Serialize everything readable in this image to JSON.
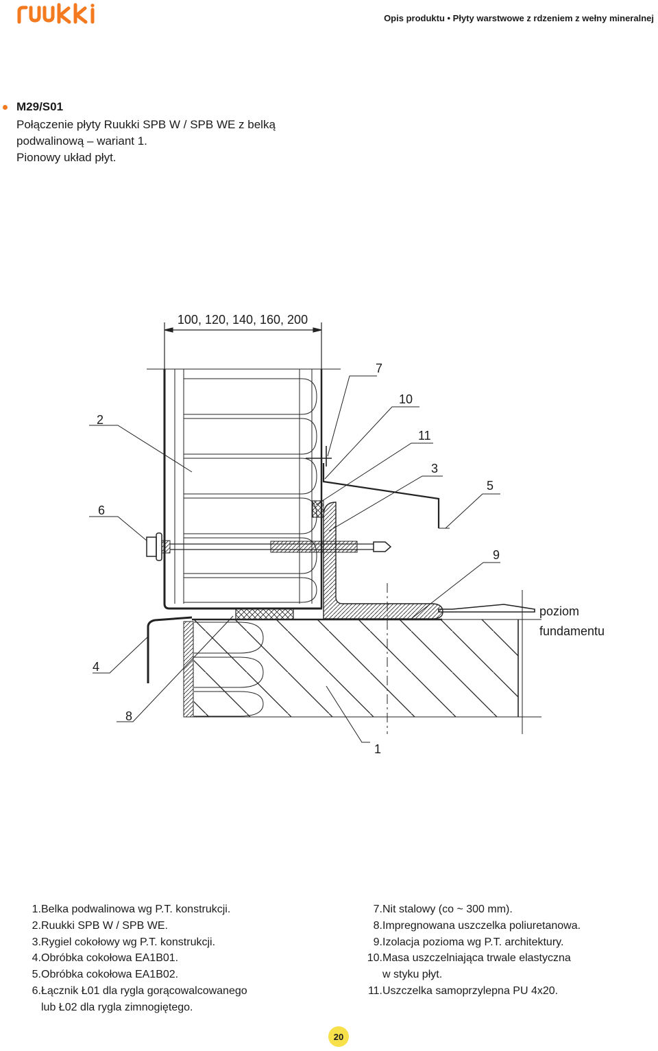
{
  "brand": {
    "name": "RUUKKI",
    "color": "#f47a20"
  },
  "header": {
    "title": "Opis produktu • Płyty warstwowe z rdzeniem z wełny mineralnej"
  },
  "section": {
    "code": "M29/S01",
    "lines": [
      "Połączenie płyty Ruukki SPB W / SPB WE z belką",
      "podwalinową – wariant 1.",
      "Pionowy układ płyt."
    ]
  },
  "drawing": {
    "dimension": "100, 120, 140, 160, 200",
    "callouts": {
      "c1": "1",
      "c2": "2",
      "c3": "3",
      "c4": "4",
      "c5": "5",
      "c6": "6",
      "c7": "7",
      "c8": "8",
      "c9": "9",
      "c10": "10",
      "c11": "11"
    },
    "level_line1": "poziom",
    "level_line2": "fundamentu"
  },
  "legend": {
    "left": [
      {
        "num": "1.",
        "lines": [
          "Belka podwalinowa wg P.T. konstrukcji."
        ]
      },
      {
        "num": "2.",
        "lines": [
          "Ruukki SPB W / SPB WE."
        ]
      },
      {
        "num": "3.",
        "lines": [
          "Rygiel cokołowy wg P.T. konstrukcji."
        ]
      },
      {
        "num": "4.",
        "lines": [
          "Obróbka cokołowa EA1B01."
        ]
      },
      {
        "num": "5.",
        "lines": [
          "Obróbka cokołowa EA1B02."
        ]
      },
      {
        "num": "6.",
        "lines": [
          "Łącznik Ł01 dla rygla gorącowalcowanego",
          "lub Ł02 dla rygla zimnogiętego."
        ]
      }
    ],
    "right": [
      {
        "num": "7.",
        "lines": [
          "Nit stalowy (co ~ 300 mm)."
        ]
      },
      {
        "num": "8.",
        "lines": [
          "Impregnowana uszczelka poliuretanowa."
        ]
      },
      {
        "num": "9.",
        "lines": [
          "Izolacja pozioma wg P.T. architektury."
        ]
      },
      {
        "num": "10.",
        "lines": [
          "Masa uszczelniająca trwale elastyczna",
          "w styku płyt."
        ]
      },
      {
        "num": "11.",
        "lines": [
          "Uszczelka samoprzylepna PU 4x20."
        ]
      }
    ]
  },
  "footer": {
    "page_number": "20",
    "badge_color": "#f7e04a"
  }
}
